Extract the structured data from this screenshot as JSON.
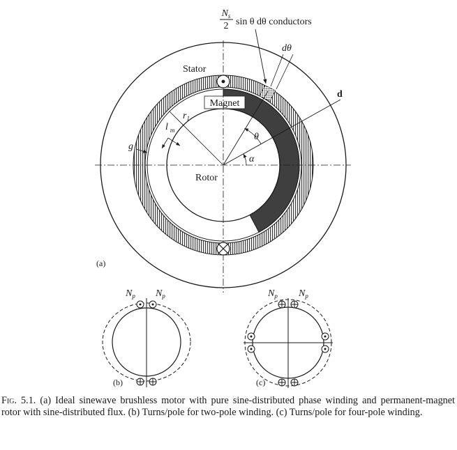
{
  "figure": {
    "panel_a": {
      "stator": "Stator",
      "magnet": "Magnet",
      "rotor": "Rotor",
      "conductors_num": "N",
      "conductors_num_sub": "s",
      "conductors_den": "2",
      "conductors_expr": "sin θ dθ conductors",
      "d_theta": "dθ",
      "d": "d",
      "r": "r",
      "r_sub": "1",
      "l": "l",
      "l_sub": "m",
      "theta": "θ",
      "alpha": "α",
      "g": "g",
      "panel_label": "(a)"
    },
    "panel_b": {
      "np_left": "N",
      "np_right": "N",
      "np_sub": "p",
      "panel_label": "(b)"
    },
    "panel_c": {
      "np_left": "N",
      "np_right": "N",
      "np_sub": "p",
      "panel_label": "(c)"
    }
  },
  "caption": {
    "fig_number": "Fig. 5.1.",
    "text": "(a) Ideal sinewave brushless motor with pure sine-distributed phase winding and permanent-magnet rotor with sine-distributed flux. (b) Turns/pole for two-pole winding. (c) Turns/pole for four-pole winding."
  }
}
